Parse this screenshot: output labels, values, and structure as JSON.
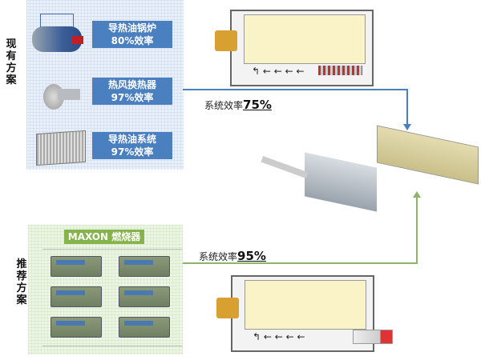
{
  "current_plan": {
    "label": "现有方案",
    "items": [
      {
        "name": "导热油锅炉",
        "efficiency": "80%效率"
      },
      {
        "name": "热风换热器",
        "efficiency": "97%效率"
      },
      {
        "name": "导热油系统",
        "efficiency": "97%效率"
      }
    ],
    "system_efficiency_label": "系统效率",
    "system_efficiency_value": "75%"
  },
  "recommended_plan": {
    "label": "推荐方案",
    "title": "MAXON 燃烧器",
    "system_efficiency_label": "系统效率",
    "system_efficiency_value": "95%"
  },
  "colors": {
    "blue_line": "#4a7fc0",
    "green_line": "#8db36a",
    "green_header": "#86b44c"
  }
}
